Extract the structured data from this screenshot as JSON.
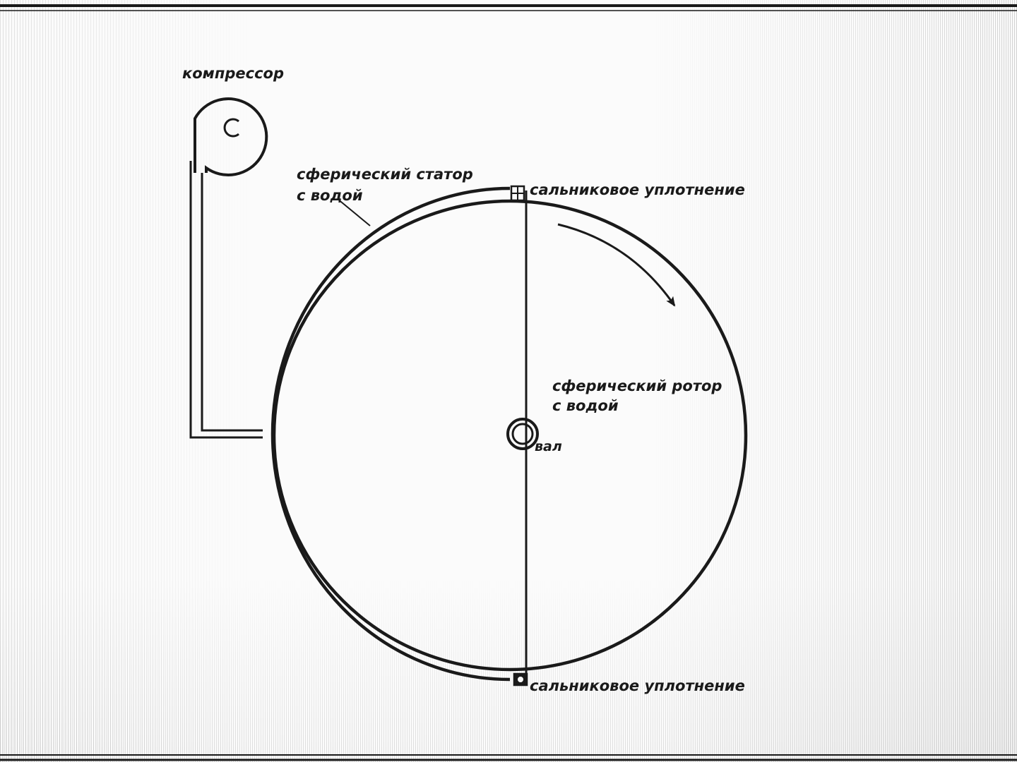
{
  "labels": {
    "compressor": "компрессор",
    "stator_line1": "сферический статор",
    "stator_line2": "с водой",
    "seal_top": "сальниковое уплотнение",
    "seal_bottom": "сальниковое уплотнение",
    "rotor_line1": "сферический ротор",
    "rotor_line2": "с водой",
    "shaft": "вал"
  },
  "rotation_direction": "clockwise",
  "colors": {
    "ink": "#1a1a1a",
    "paper": "#fbfbfb"
  }
}
